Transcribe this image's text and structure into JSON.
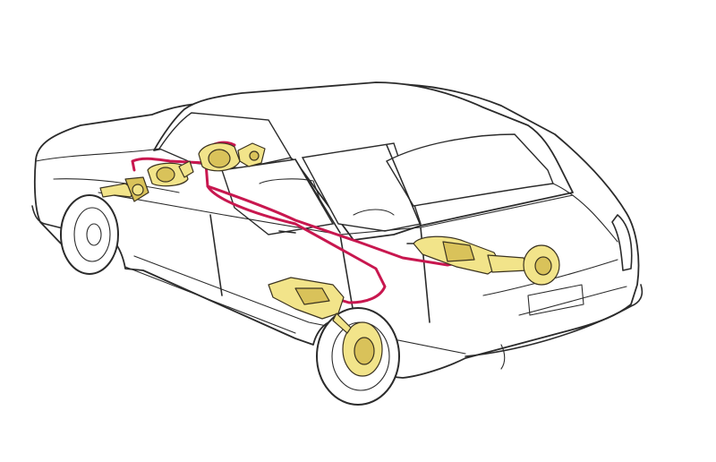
{
  "diagram": {
    "colors": {
      "outline": "#2b2b2b",
      "background": "#ffffff",
      "hydraulic_line": "#c8174f",
      "component_fill": "#f2e48a",
      "component_shade": "#d9c25a"
    },
    "components": [
      "brake-pedal-assembly",
      "master-cylinder",
      "brake-servo",
      "hydraulic-brake-line",
      "front-brake-assembly",
      "rear-axle-brake-assembly"
    ]
  }
}
